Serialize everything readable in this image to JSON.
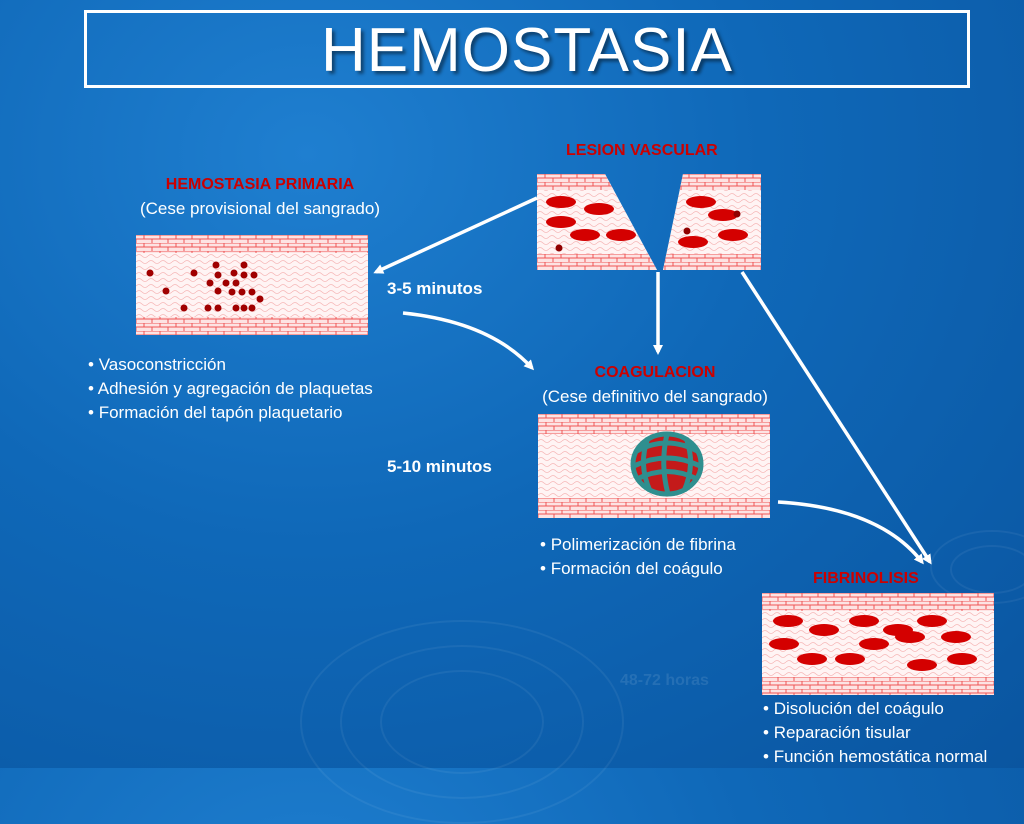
{
  "title": "HEMOSTASIA",
  "lesion": {
    "label": "LESION VASCULAR"
  },
  "primaria": {
    "label": "HEMOSTASIA PRIMARIA",
    "subtitle": "(Cese provisional del sangrado)",
    "bullets": [
      "Vasoconstricción",
      "Adhesión y agregación de plaquetas",
      "Formación del tapón plaquetario"
    ]
  },
  "coagulacion": {
    "label": "COAGULACION",
    "subtitle": "(Cese definitivo del sangrado)",
    "bullets": [
      "Polimerización de fibrina",
      "Formación del coágulo"
    ]
  },
  "fibrinolisis": {
    "label": "FIBRINOLISIS",
    "bullets": [
      "Disolución del coágulo",
      "Reparación tisular",
      "Función hemostática normal"
    ]
  },
  "times": {
    "t1": "3-5 minutos",
    "t2": "5-10 minutos",
    "t3": "48-72 horas"
  },
  "colors": {
    "background": "#0f68b8",
    "accent_red": "#cc0000",
    "vessel_pink": "#ff6b6b",
    "clot_teal": "#2f8f8f"
  }
}
